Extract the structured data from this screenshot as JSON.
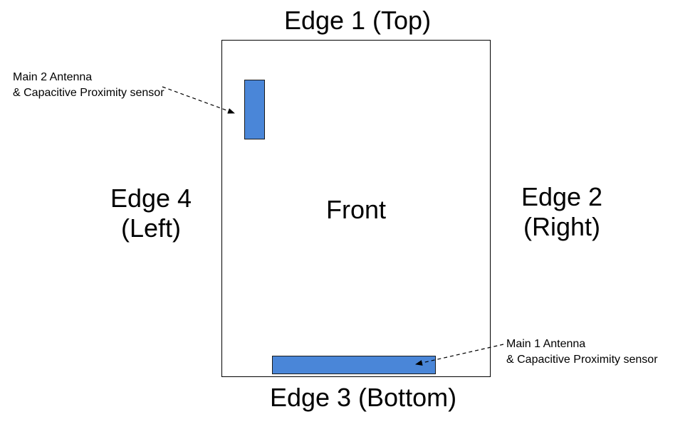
{
  "edges": {
    "top": "Edge 1 (Top)",
    "right": [
      "Edge 2",
      "(Right)"
    ],
    "bottom": "Edge 3 (Bottom)",
    "left": [
      "Edge 4",
      "(Left)"
    ]
  },
  "front_label": "Front",
  "callouts": {
    "main2": [
      "Main 2 Antenna",
      "& Capacitive  Proximity sensor"
    ],
    "main1": [
      "Main 1 Antenna",
      "& Capacitive  Proximity sensor"
    ]
  },
  "colors": {
    "antenna_fill": "#4a86d8",
    "outline": "#000000"
  }
}
